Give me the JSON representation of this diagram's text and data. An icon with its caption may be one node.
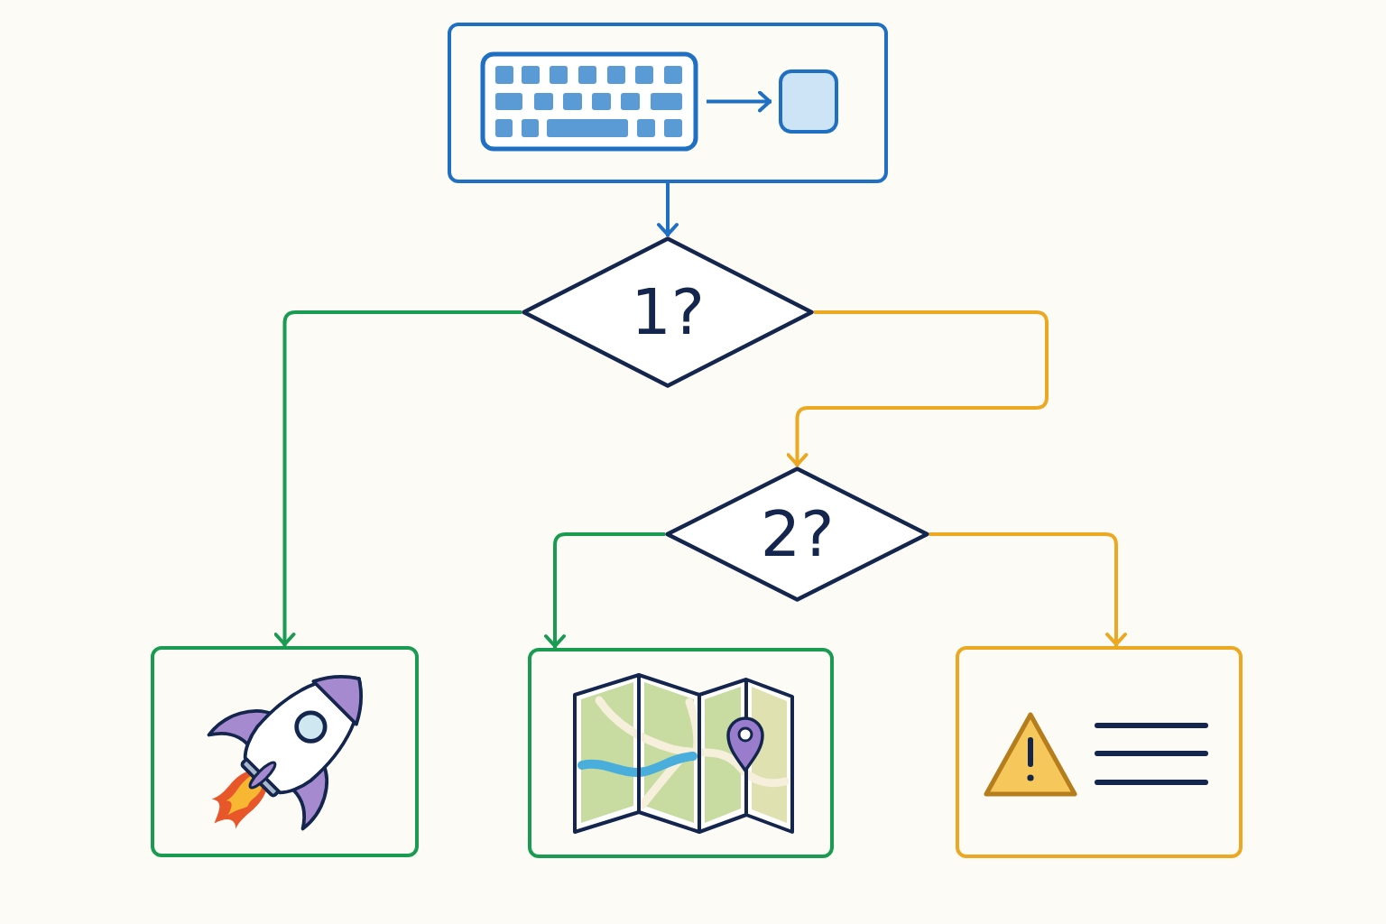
{
  "diagram": {
    "nodes": [
      {
        "text": [],
        "shape": "box"
      },
      {
        "text": [],
        "shape": "picture",
        "in": 0
      },
      {
        "text": [],
        "shape": "box",
        "in": 0
      },
      {
        "text": [
          "1?"
        ]
      },
      {
        "text": [
          "2?"
        ]
      },
      {
        "text": [],
        "shape": "box"
      },
      {
        "text": [],
        "shape": "box"
      },
      {
        "text": [],
        "shape": "box"
      }
    ],
    "edges": [
      {
        "from": 0,
        "to": 3,
        "arrow": "to",
        "color": "#1f6fc3"
      },
      {
        "from": 1,
        "to": 2,
        "arrow": "to",
        "color": "#1f6fc3"
      },
      {
        "from": 3,
        "to": 5,
        "arrow": "to",
        "color": "#1a9b52"
      },
      {
        "from": 3,
        "to": 4,
        "arrow": "to",
        "color": "#eba820"
      },
      {
        "from": 4,
        "to": 6,
        "arrow": "to",
        "color": "#1a9b52"
      },
      {
        "from": 4,
        "to": 7,
        "arrow": "to",
        "color": "#eba820"
      }
    ]
  }
}
